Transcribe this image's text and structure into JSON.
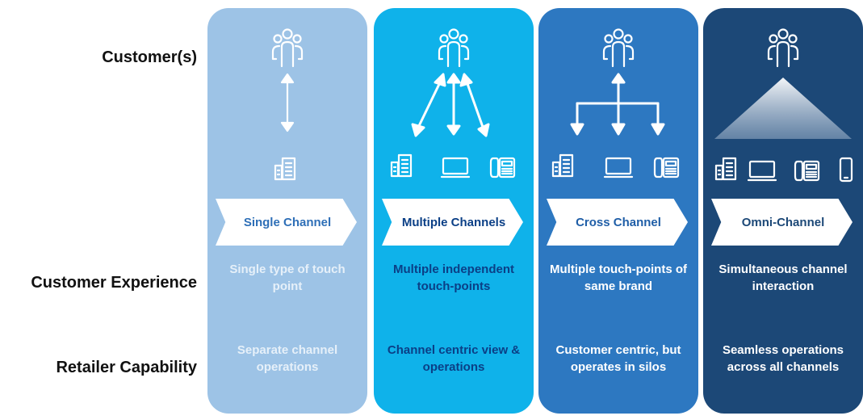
{
  "rows": {
    "customers": "Customer(s)",
    "experience": "Customer Experience",
    "capability": "Retailer Capability"
  },
  "columns": [
    {
      "title": "Single Channel",
      "experience": "Single type of touch point",
      "capability": "Separate channel operations",
      "color": "#9dc3e6",
      "text_color": "#e6f0f9",
      "banner_text_color": "#2e6fb7"
    },
    {
      "title": "Multiple Channels",
      "experience": "Multiple independent touch-points",
      "capability": "Channel centric view & operations",
      "color": "#0fb2ea",
      "text_color": "#0b3f86",
      "banner_text_color": "#0b3f86"
    },
    {
      "title": "Cross Channel",
      "experience": "Multiple touch-points of same brand",
      "capability": "Customer centric, but operates in silos",
      "color": "#2d78c1",
      "text_color": "#ffffff",
      "banner_text_color": "#1f5ea7"
    },
    {
      "title": "Omni-Channel",
      "experience": "Simultaneous channel interaction",
      "capability": "Seamless operations across all channels",
      "color": "#1c4877",
      "text_color": "#ffffff",
      "banner_text_color": "#1c4877"
    }
  ],
  "icons": [
    "customers-icon",
    "store-icon",
    "laptop-icon",
    "phone-icon",
    "mobile-icon"
  ]
}
